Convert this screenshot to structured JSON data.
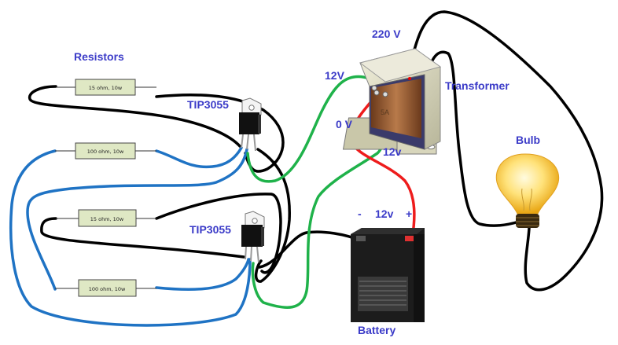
{
  "title": "Inverter circuit diagram",
  "colors": {
    "label": "#3b3bc8",
    "wire_black": "#000000",
    "wire_blue": "#1f73c4",
    "wire_green": "#1fb24a",
    "wire_red": "#ee1c1c",
    "resistor_fill": "#dfe8c4"
  },
  "labels": {
    "resistors": "Resistors",
    "tip_top": "TIP3055",
    "tip_bottom": "TIP3055",
    "v220": "220 V",
    "v12_left": "12V",
    "v0": "0 V",
    "v12_right": "12v",
    "transformer": "Transformer",
    "bulb": "Bulb",
    "battery_minus": "-",
    "battery_voltage": "12v",
    "battery_plus": "+",
    "battery": "Battery"
  },
  "resistors": [
    {
      "label": "15 ohm, 10w"
    },
    {
      "label": "100 ohm, 10w"
    },
    {
      "label": "15 ohm, 10w"
    },
    {
      "label": "100 ohm, 10w"
    }
  ],
  "components": {
    "transformer_marking": "5A",
    "transistor_icon": "to220-transistor-icon",
    "bulb_icon": "light-bulb-icon",
    "battery_icon": "battery-icon",
    "transformer_icon": "transformer-icon"
  }
}
